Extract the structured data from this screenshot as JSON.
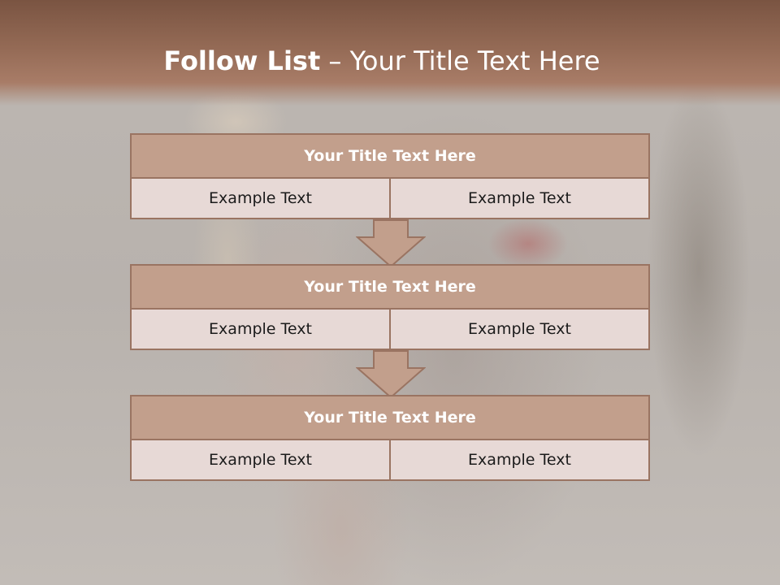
{
  "slide": {
    "title_bold": "Follow List",
    "title_rest": " – Your Title Text Here"
  },
  "blocks": [
    {
      "title": "Your Title Text Here",
      "cells": [
        "Example Text",
        "Example Text"
      ]
    },
    {
      "title": "Your Title Text Here",
      "cells": [
        "Example Text",
        "Example Text"
      ]
    },
    {
      "title": "Your Title Text Here",
      "cells": [
        "Example Text",
        "Example Text"
      ]
    }
  ],
  "colors": {
    "title_band": "#946a55",
    "box_fill": "#c29f8c",
    "box_border": "#9a7462",
    "cell_fill": "#e7d9d6"
  },
  "icons": [
    "down-arrow-icon",
    "down-arrow-icon"
  ]
}
